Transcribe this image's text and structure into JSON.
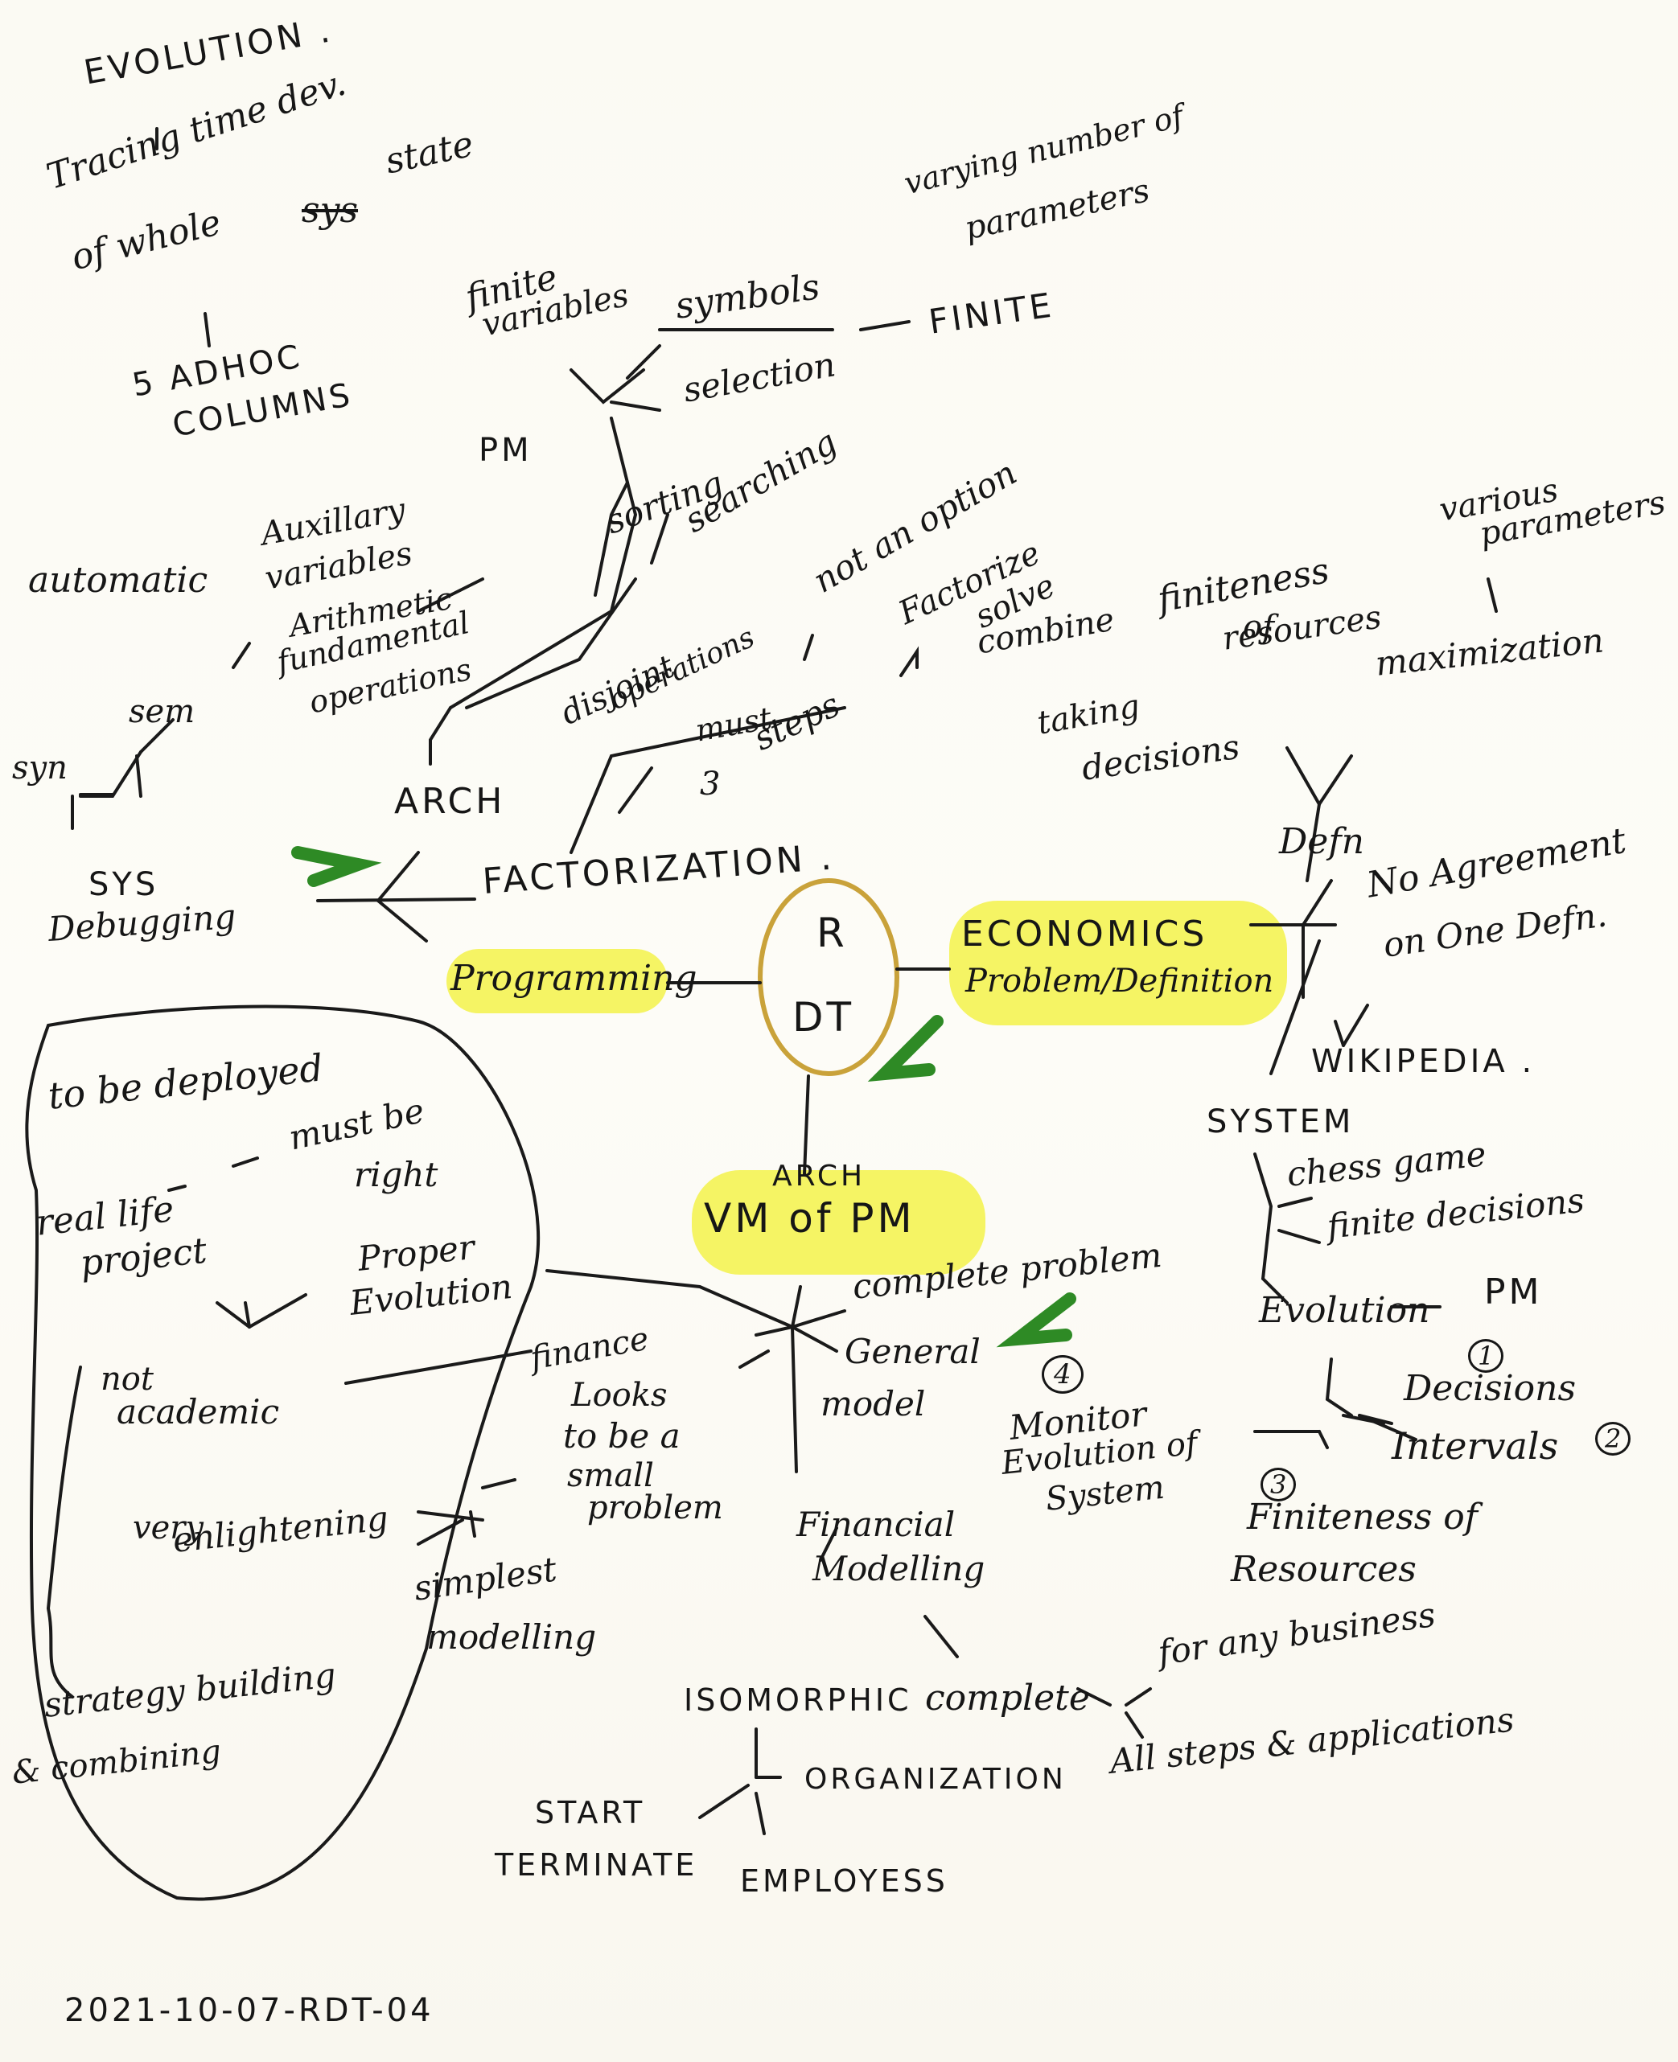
{
  "center": {
    "line1": "R",
    "line2": "DT"
  },
  "left_branch": {
    "programming": "Programming",
    "factorization": "FACTORIZATION .",
    "arch": "ARCH",
    "pm": "PM",
    "auxillary": "Auxillary",
    "variables": "variables",
    "arithmetic": "Arithmetic",
    "fundamental": "fundamental",
    "operations": "operations",
    "finite": "finite",
    "variables2": "variables",
    "symbols": "symbols",
    "varying_number": "varying number of",
    "parameters": "parameters",
    "selection": "selection",
    "finite_caps": "FINITE",
    "sorting": "sorting",
    "searching": "searching",
    "disjoint": "disjoint",
    "operations2": "operations",
    "must": "must",
    "steps": "steps",
    "three": "3",
    "not_an_option": "not an option",
    "factorize": "Factorize",
    "solve": "solve",
    "combine": "combine",
    "sys": "SYS",
    "debugging": "Debugging",
    "syn": "syn",
    "sem": "sem",
    "automatic": "automatic",
    "adhoc": "5 ADHOC",
    "columns": "COLUMNS",
    "evolution": "EVOLUTION .",
    "tracing": "Tracing time dev.",
    "of_whole": "of whole",
    "sys_struck": "sys",
    "state": "state"
  },
  "right_branch": {
    "economics": "ECONOMICS",
    "problem_definition": "Problem/Definition",
    "defn": "Defn",
    "no_agreement": "No Agreement",
    "on_one_defn": "on One Defn.",
    "wikipedia": "WIKIPEDIA .",
    "system": "SYSTEM",
    "taking": "taking",
    "decisions": "decisions",
    "finiteness": "finiteness",
    "of": "of",
    "resources": "resources",
    "various": "various",
    "parameters": "parameters",
    "maximization": "maximization",
    "chess_game": "chess game",
    "finite_decisions": "finite decisions",
    "evolution": "Evolution",
    "pm": "PM",
    "decisions2": "Decisions",
    "intervals": "Intervals",
    "finiteness2": "Finiteness of",
    "resources2": "Resources",
    "monitor": "Monitor",
    "evolution_of": "Evolution of",
    "system2": "System",
    "n1": "1",
    "n2": "2",
    "n3": "3",
    "n4": "4"
  },
  "bottom_branch": {
    "arch": "ARCH",
    "vm_of_pm": "VM of PM",
    "complete_problem": "complete problem",
    "general": "General",
    "model": "model",
    "finance": "finance",
    "looks": "Looks",
    "to_be_a": "to be a",
    "small": "small",
    "problem": "problem",
    "financial": "Financial",
    "modelling": "Modelling",
    "isomorphic": "ISOMORPHIC",
    "complete": "complete",
    "for_any_business": "for any business",
    "all_steps": "All steps & applications",
    "organization": "ORGANIZATION",
    "start": "START",
    "terminate": "TERMINATE",
    "employees": "EMPLOYESS",
    "proper": "Proper",
    "evolution2": "Evolution",
    "simplest": "simplest",
    "modelling2": "modelling",
    "very": "very",
    "enlightening": "enlightening"
  },
  "loop_box": {
    "to_be_deployed": "to be deployed",
    "must_be": "must be",
    "right": "right",
    "real_life": "real life",
    "project": "project",
    "not": "not",
    "academic": "academic",
    "strategy": "strategy building",
    "combining": "& combining"
  },
  "footer": {
    "id": "2021-10-07-RDT-04"
  },
  "colors": {
    "highlight": "#f3f24a",
    "ink": "#161616",
    "ellipse": "#c9a23a",
    "arrow": "#2e8a25"
  }
}
